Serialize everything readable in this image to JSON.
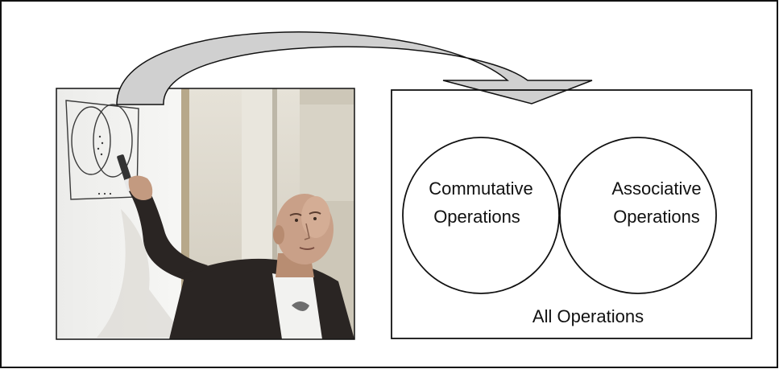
{
  "diagram": {
    "left_circle_label": [
      "Commutative",
      "Operations"
    ],
    "right_circle_label": [
      "Associative",
      "Operations"
    ],
    "universe_label": "All Operations"
  },
  "photo": {
    "subject": "man pointing at a Venn diagram drawn on a whiteboard"
  },
  "colors": {
    "arrow_fill": "#d0d0d0",
    "stroke": "#111111",
    "whiteboard": "#eeeeec",
    "wall": "#d9d4c8",
    "sweater": "#2a2523",
    "skin": "#c39a80"
  }
}
